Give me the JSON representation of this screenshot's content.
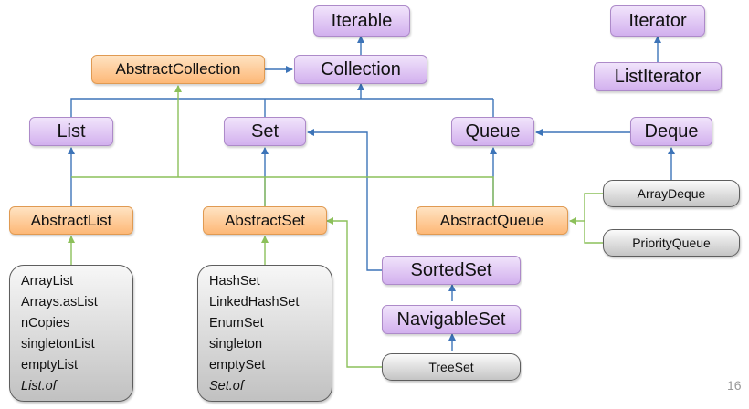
{
  "diagram": {
    "interfaces": {
      "iterable": "Iterable",
      "collection": "Collection",
      "iterator": "Iterator",
      "list_iterator": "ListIterator",
      "list": "List",
      "set": "Set",
      "queue": "Queue",
      "deque": "Deque",
      "sorted_set": "SortedSet",
      "navigable_set": "NavigableSet"
    },
    "abstract_classes": {
      "abstract_collection": "AbstractCollection",
      "abstract_list": "AbstractList",
      "abstract_set": "AbstractSet",
      "abstract_queue": "AbstractQueue"
    },
    "implementations": {
      "array_deque": "ArrayDeque",
      "priority_queue": "PriorityQueue",
      "tree_set": "TreeSet"
    },
    "list_impls": [
      "ArrayList",
      "Arrays.asList",
      "nCopies",
      "singletonList",
      "emptyList",
      "List.of"
    ],
    "set_impls": [
      "HashSet",
      "LinkedHashSet",
      "EnumSet",
      "singleton",
      "emptySet",
      "Set.of"
    ],
    "colors": {
      "interface_arrow": "#3d74b8",
      "implementation_arrow": "#8cc05a"
    }
  },
  "slide": {
    "page_number": "16"
  }
}
